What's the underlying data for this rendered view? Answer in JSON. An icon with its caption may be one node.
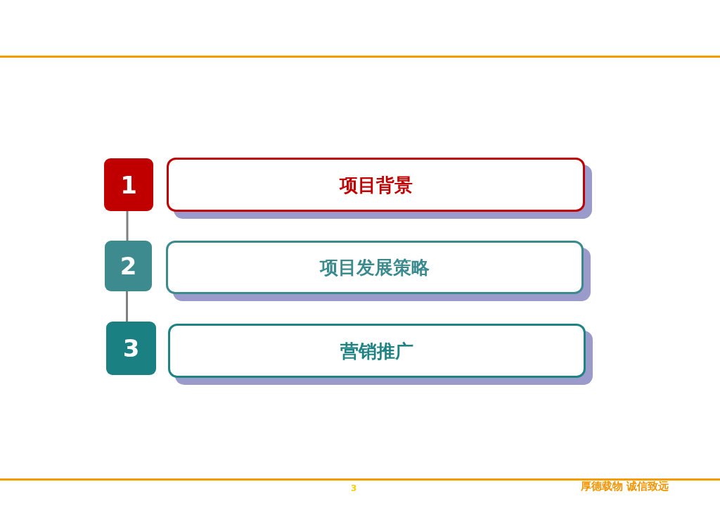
{
  "diagram": {
    "nodes": [
      {
        "text": [
          "1"
        ]
      },
      {
        "text": [
          "项目背景"
        ]
      },
      {
        "text": [
          "2"
        ]
      },
      {
        "text": [
          "项目发展策略"
        ]
      },
      {
        "text": [
          "3"
        ]
      },
      {
        "text": [
          "营销推广"
        ]
      }
    ],
    "edges": [
      {
        "from": 0,
        "to": 2,
        "arrow": "none"
      },
      {
        "from": 2,
        "to": 4,
        "arrow": "none"
      }
    ],
    "labels": [
      "3",
      "厚德载物 诚信致远"
    ]
  }
}
